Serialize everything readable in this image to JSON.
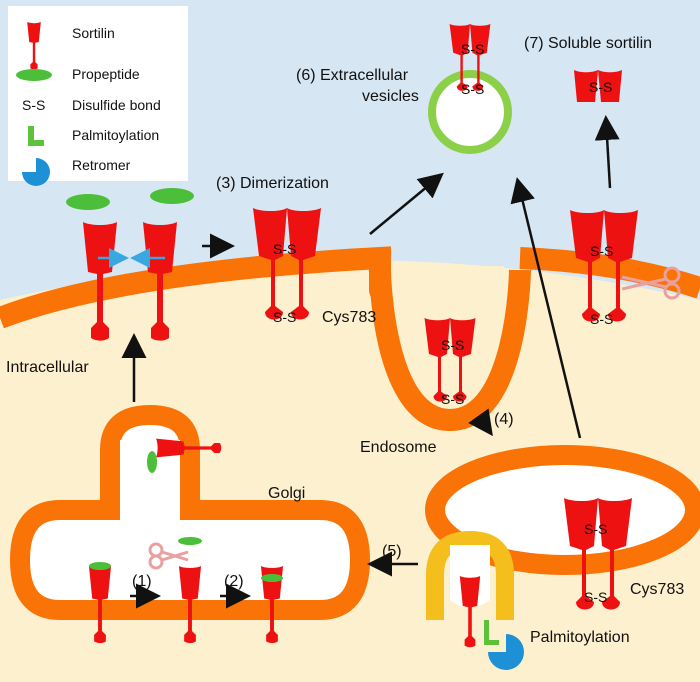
{
  "legend": {
    "sortilin": "Sortilin",
    "propeptide": "Propeptide",
    "disulfide_symbol": "S-S",
    "disulfide": "Disulfide bond",
    "palmitoylation": "Palmitoylation",
    "retromer": "Retromer"
  },
  "labels": {
    "dimerization": "(3) Dimerization",
    "extracellular_vesicles_1": "(6) Extracellular",
    "extracellular_vesicles_2": "vesicles",
    "soluble_sortilin": "(7) Soluble sortilin",
    "intracellular": "Intracellular",
    "cys783_top": "Cys783",
    "cys783_bottom": "Cys783",
    "step4": "(4)",
    "endosome": "Endosome",
    "golgi": "Golgi",
    "step1": "(1)",
    "step2": "(2)",
    "step5": "(5)",
    "palmitoylation_label": "Palmitoylation",
    "ss": "S-S"
  },
  "colors": {
    "extracellular_bg": "#d6e6f2",
    "cytoplasm_bg": "#fdf0cf",
    "membrane": "#f97306",
    "sortilin": "#ee1111",
    "propeptide": "#4cbf3a",
    "palmitoylation": "#5bc23a",
    "retromer": "#1e90d6",
    "endosome_collar": "#f4be1c",
    "interaction_arrow": "#39a8e0"
  }
}
